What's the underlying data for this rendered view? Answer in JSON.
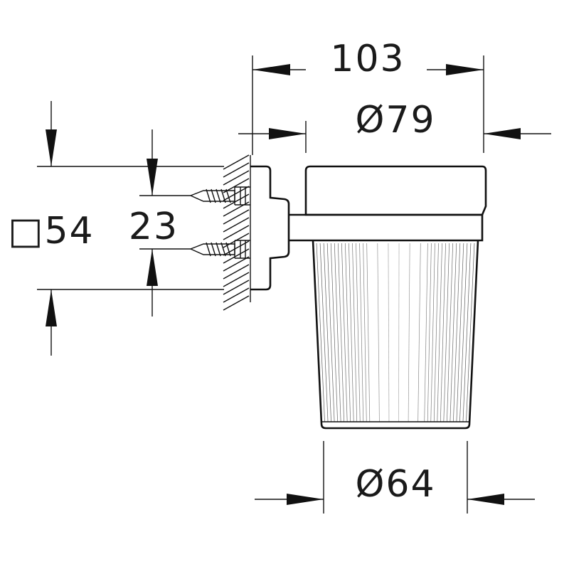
{
  "dimensions": {
    "overall_depth": "103",
    "cup_rim_diameter": "Ø79",
    "mounting_plate_square": "□54",
    "screw_spacing": "23",
    "cup_base_diameter": "Ø64"
  },
  "colors": {
    "line": "#111111",
    "background": "#ffffff"
  }
}
